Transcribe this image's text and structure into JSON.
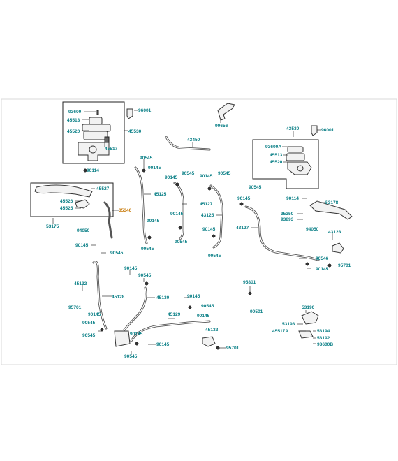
{
  "colors": {
    "label": "#0a7f86",
    "label_highlight": "#c77a0a",
    "line": "#222222"
  },
  "labels": {
    "l93600": "93600",
    "l96001a": "96001",
    "l45513a": "45513",
    "l45520a": "45520",
    "l45530": "45530",
    "l45517": "45517",
    "l90656": "90656",
    "l43450": "43450",
    "l43530": "43530",
    "l96001b": "96001",
    "l93600A": "93600A",
    "l45513b": "45513",
    "l45520b": "45520",
    "l90114a": "90114",
    "l90545a": "90545",
    "l90145a": "90145",
    "l90545b": "90545",
    "l90145b": "90145",
    "l90545c": "90545",
    "l45527": "45527",
    "l45125": "45125",
    "l90145c": "90145",
    "l45127": "45127",
    "l45526": "45526",
    "l45525": "45525",
    "l35340": "35340",
    "l90545d": "90545",
    "l90145d": "90145",
    "l43125": "43125",
    "l53175": "53175",
    "l94050a": "94050",
    "l90145e": "90145",
    "l90545e": "90545",
    "l90145f": "90145",
    "l90145g": "90145",
    "l90545f": "90545",
    "l90545g": "90545",
    "l90114b": "90114",
    "l53178": "53178",
    "l35350": "35350",
    "l93893": "93893",
    "l94050b": "94050",
    "l43127": "43127",
    "l90145h": "90145",
    "l43128": "43128",
    "l90145i": "90145",
    "l90545h": "90545",
    "l90546": "90546",
    "l90145j": "90145",
    "l95701a": "95701",
    "l90145k": "90145",
    "l90545i": "90545",
    "l45132a": "45132",
    "l45128": "45128",
    "l90145l": "90145",
    "l90545j": "90545",
    "l95801": "95801",
    "l45130": "45130",
    "l95701b": "95701",
    "l90145m": "90145",
    "l90545k": "90545",
    "l90145n": "90145",
    "l90545l": "90545",
    "l45129": "45129",
    "l90501": "90501",
    "l53190": "53190",
    "l53193": "53193",
    "l45517A": "45517A",
    "l53194": "53194",
    "l53192": "53192",
    "l93600B": "93600B",
    "l45132b": "45132",
    "l90145o": "90145",
    "l95701c": "95701",
    "l90545m": "90545"
  }
}
